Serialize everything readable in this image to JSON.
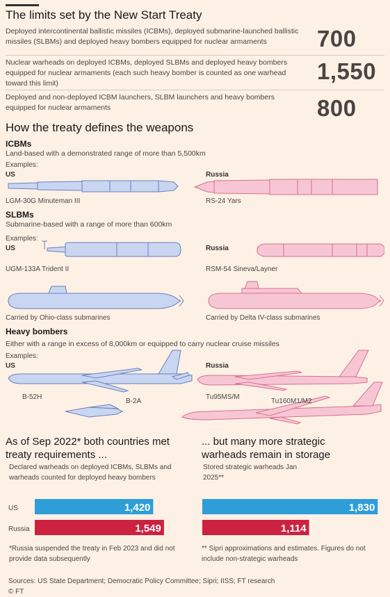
{
  "title": "The limits set by the New Start Treaty",
  "limits": [
    {
      "text": "Deployed intercontinental ballistic missiles (ICBMs), deployed submarine-launched ballistic missiles (SLBMs) and deployed heavy bombers equipped for nuclear armaments",
      "value": "700"
    },
    {
      "text": "Nuclear warheads on deployed ICBMs, deployed SLBMs and deployed heavy bombers equipped for nuclear armaments (each such heavy bomber is counted as one warhead toward this limit)",
      "value": "1,550"
    },
    {
      "text": "Deployed and non-deployed ICBM launchers, SLBM launchers and heavy bombers equipped for nuclear armaments",
      "value": "800"
    }
  ],
  "weapons": {
    "title": "How the treaty defines the weapons",
    "examples_label": "Examples:",
    "us_label": "US",
    "russia_label": "Russia",
    "icbm": {
      "title": "ICBMs",
      "desc": "Land-based with a demonstrated range of more than 5,500km",
      "us_example": "LGM-30G Minuteman III",
      "russia_example": "RS-24 Yars"
    },
    "slbm": {
      "title": "SLBMs",
      "desc": "Submarine-based with a range of more than 600km",
      "us_example": "UGM-133A Trident II",
      "russia_example": "RSM-54 Sineva/Layner",
      "us_sub": "Carried by Ohio-class submarines",
      "russia_sub": "Carried by Delta IV-class submarines"
    },
    "bombers": {
      "title": "Heavy bombers",
      "desc": "Either with a range in excess of 8,000km or equipped to carry nuclear cruise missiles",
      "us_1": "B-52H",
      "us_2": "B-2A",
      "russia_1": "Tu95MS/M",
      "russia_2": "Tu160M1/M2"
    }
  },
  "colors": {
    "us": "#2e9ed8",
    "russia": "#cc2240",
    "us_fill": "#c9d6f2",
    "russia_fill": "#f7c6d4"
  },
  "chart_data": [
    {
      "type": "bar",
      "title": "As of Sep 2022* both countries met treaty requirements ...",
      "subtitle": "Declared warheads on deployed ICBMs, SLBMs and warheads counted for deployed heavy bombers",
      "categories": [
        "US",
        "Russia"
      ],
      "values": [
        1420,
        1549
      ],
      "value_labels": [
        "1,420",
        "1,549"
      ],
      "note": "*Russia suspended the treaty in Feb 2023 and did not provide data subsequently"
    },
    {
      "type": "bar",
      "title": "... but many more strategic warheads remain in storage",
      "subtitle": "Stored strategic warheads Jan 2025**",
      "categories": [
        "US",
        "Russia"
      ],
      "values": [
        1830,
        1114
      ],
      "value_labels": [
        "1,830",
        "1,114"
      ],
      "note": "** Sipri approximations and estimates. Figures do not include non-strategic warheads"
    }
  ],
  "sources": "Sources: US State Department; Democratic Policy Committee; Sipri; IISS; FT research",
  "credit": "© FT"
}
